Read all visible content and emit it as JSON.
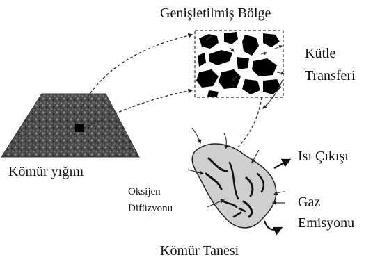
{
  "labels": {
    "expanded_region": "Genişletilmiş Bölge",
    "mass_transfer_line1": "Kütle",
    "mass_transfer_line2": "Transferi",
    "coal_pile": "Kömür yığını",
    "heat_output": "Isı Çıkışı",
    "oxygen_line1": "Oksijen",
    "oxygen_line2": "Difüzyonu",
    "gas_line1": "Gaz",
    "gas_line2": "Emisyonu",
    "coal_particle": "Kömür Tanesi"
  }
}
